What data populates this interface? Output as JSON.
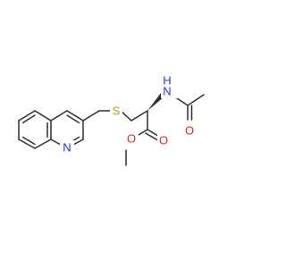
{
  "molecule": {
    "atom_labels": {
      "S": "S",
      "NH_N": "N",
      "NH_H": "H",
      "O_ketone": "O",
      "O_ester": "O",
      "N_ring": "N"
    },
    "colors": {
      "bond": "#2f2f2f",
      "sulfur": "#b5a200",
      "nitrogen": "#1f33d1",
      "oxygen": "#e1241e",
      "background": "#ffffff"
    }
  }
}
